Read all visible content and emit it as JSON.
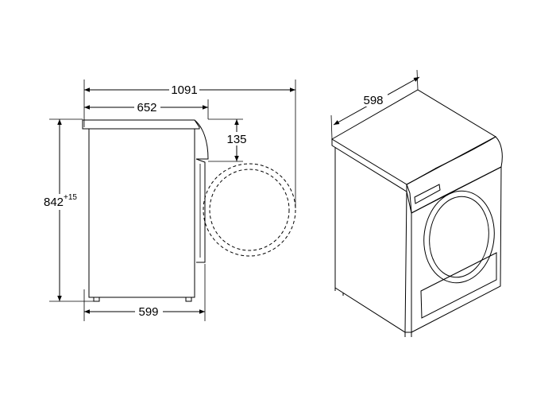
{
  "side_view": {
    "total_depth": "1091",
    "body_depth": "652",
    "door_offset": "135",
    "height": "842",
    "height_tolerance": "+15",
    "base_depth": "599"
  },
  "iso_view": {
    "width": "598"
  },
  "colors": {
    "line": "#000000",
    "background": "#ffffff"
  }
}
